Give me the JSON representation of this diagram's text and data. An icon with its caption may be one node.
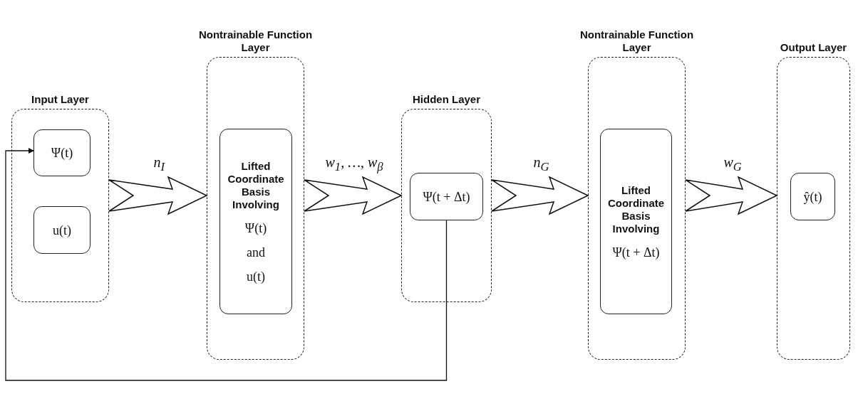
{
  "diagram": {
    "nodes": [
      {
        "text": [
          "Input Layer"
        ]
      },
      {
        "text": [
          "Ψ(t)"
        ],
        "in": 0
      },
      {
        "text": [
          "u(t)"
        ],
        "in": 0
      },
      {
        "text": [
          "Nontrainable Function Layer"
        ]
      },
      {
        "text": [
          "Lifted Coordinate Basis Involving",
          "Ψ(t)",
          "and",
          "u(t)"
        ],
        "in": 3
      },
      {
        "text": [
          "Hidden Layer"
        ]
      },
      {
        "text": [
          "Ψ(t + Δt)"
        ],
        "in": 5
      },
      {
        "text": [
          "Nontrainable Function Layer"
        ]
      },
      {
        "text": [
          "Lifted Coordinate Basis Involving",
          "Ψ(t + Δt)"
        ],
        "in": 7
      },
      {
        "text": [
          "Output Layer"
        ]
      },
      {
        "text": [
          "ŷ(t)"
        ],
        "in": 9
      }
    ],
    "edges": [
      {
        "from": 0,
        "to": 3,
        "arrow": "to",
        "label": "n$_{I}$",
        "style": "thick"
      },
      {
        "from": 3,
        "to": 5,
        "arrow": "to",
        "label": "w$_{1}$, …, w$_{β}$",
        "style": "thick"
      },
      {
        "from": 5,
        "to": 7,
        "arrow": "to",
        "label": "n$_{G}$",
        "style": "thick"
      },
      {
        "from": 7,
        "to": 9,
        "arrow": "to",
        "label": "w$_{G}$",
        "style": "thick"
      },
      {
        "from": 6,
        "to": 1,
        "arrow": "to"
      }
    ]
  }
}
